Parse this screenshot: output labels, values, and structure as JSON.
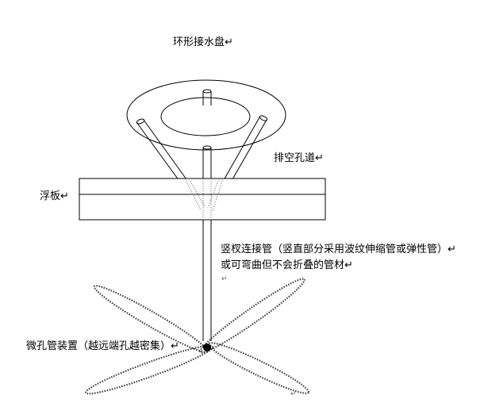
{
  "labels": {
    "ring_tray": "环形接水盘↵",
    "vent_pipe": "排空孔道↵",
    "float_board": "浮板↵",
    "connector_line1": "竖杈连接管（竖直部分采用波纹伸缩管或弹性管）↵",
    "connector_line2": "或可弯曲但不会折叠的管材↵",
    "micropore_device": "微孔管装置（越远端孔越密集）↵"
  },
  "marks": {
    "mark1": "↵",
    "mark2": "↵"
  },
  "colors": {
    "stroke": "#000000",
    "background": "#ffffff",
    "dotted": "#444444"
  }
}
